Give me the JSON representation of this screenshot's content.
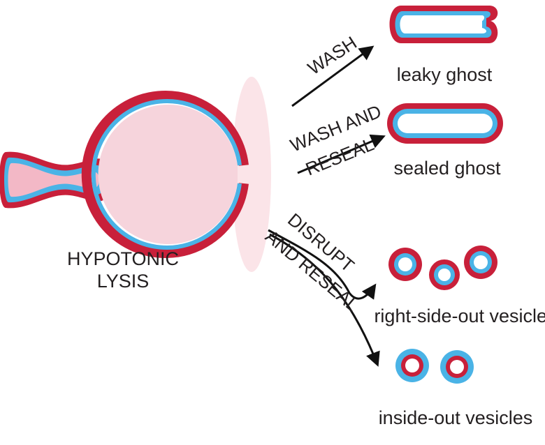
{
  "labels": {
    "hypotonic_line1": "HYPOTONIC",
    "hypotonic_line2": "LYSIS",
    "wash": "WASH",
    "wash_reseal_line1": "WASH AND",
    "wash_reseal_line2": "RESEAL",
    "disrupt_line1": "DISRUPT",
    "disrupt_line2": "AND RESEAL",
    "leaky_ghost": "leaky ghost",
    "sealed_ghost": "sealed ghost",
    "right_side_out": "right-side-out vesicles",
    "inside_out": "inside-out vesicles"
  },
  "colors": {
    "membrane_outer_red": "#c8203a",
    "membrane_inner_blue": "#4ab3e6",
    "cytoplasm_pink": "#f3b8c6",
    "cytoplasm_pale_pink": "#f6d4dc",
    "halo_pink": "#fbe4e8",
    "ink": "#111111"
  },
  "icons": {
    "erythrocyte": "red-blood-cell-icon",
    "lysed_cell": "open-membrane-sphere-icon",
    "vesicle": "membrane-vesicle-icon"
  }
}
